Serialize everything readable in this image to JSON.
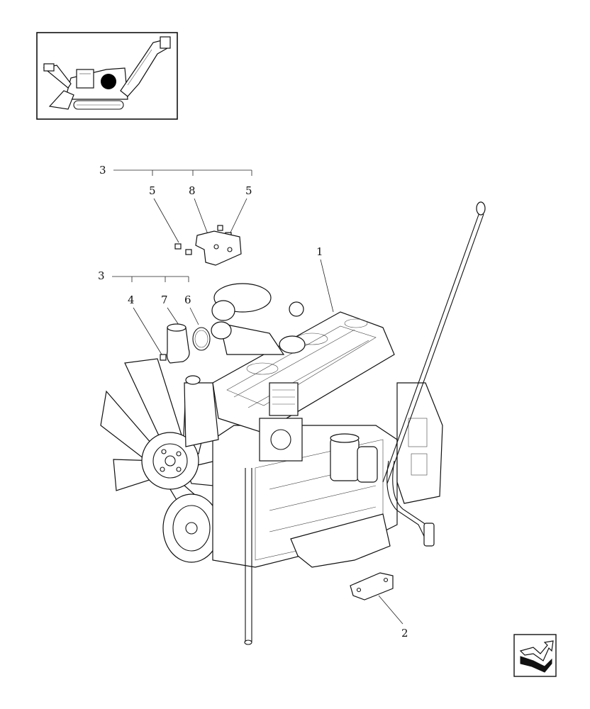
{
  "callouts": {
    "engine": "1",
    "bracket": "2",
    "kit_upper": "3",
    "kit_lower": "3",
    "bolt_left": "5",
    "plate": "8",
    "bolt_right": "5",
    "plug": "4",
    "elbow": "7",
    "clamp": "6"
  },
  "colors": {
    "ink": "#111111",
    "background": "#ffffff"
  },
  "icons": {
    "locator_marker": "filled-circle",
    "next_page": "next-page-arrow-icon"
  }
}
